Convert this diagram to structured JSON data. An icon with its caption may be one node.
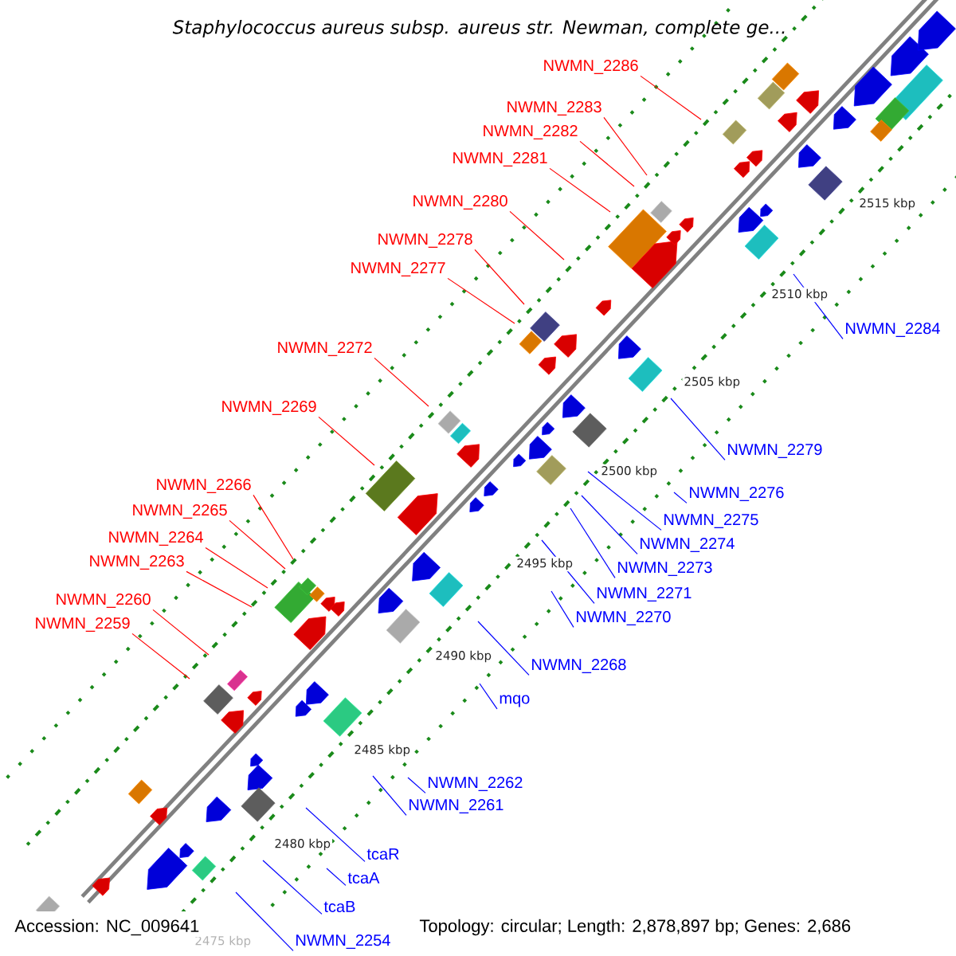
{
  "diagram": {
    "title": "Staphylococcus aureus subsp. aureus str. Newman, complete ge...",
    "nodes": [
      {
        "text": [
          "NWMN_2286"
        ]
      },
      {
        "text": [
          "NWMN_2283"
        ]
      },
      {
        "text": [
          "NWMN_2282"
        ]
      },
      {
        "text": [
          "NWMN_2281"
        ]
      },
      {
        "text": [
          "NWMN_2280"
        ]
      },
      {
        "text": [
          "NWMN_2278"
        ]
      },
      {
        "text": [
          "NWMN_2277"
        ]
      },
      {
        "text": [
          "NWMN_2272"
        ]
      },
      {
        "text": [
          "NWMN_2269"
        ]
      },
      {
        "text": [
          "NWMN_2266"
        ]
      },
      {
        "text": [
          "NWMN_2265"
        ]
      },
      {
        "text": [
          "NWMN_2264"
        ]
      },
      {
        "text": [
          "NWMN_2263"
        ]
      },
      {
        "text": [
          "NWMN_2260"
        ]
      },
      {
        "text": [
          "NWMN_2259"
        ]
      },
      {
        "text": [
          "NWMN_2284"
        ]
      },
      {
        "text": [
          "NWMN_2279"
        ]
      },
      {
        "text": [
          "NWMN_2276"
        ]
      },
      {
        "text": [
          "NWMN_2275"
        ]
      },
      {
        "text": [
          "NWMN_2274"
        ]
      },
      {
        "text": [
          "NWMN_2273"
        ]
      },
      {
        "text": [
          "NWMN_2271"
        ]
      },
      {
        "text": [
          "NWMN_2270"
        ]
      },
      {
        "text": [
          "NWMN_2268"
        ]
      },
      {
        "text": [
          "mqo"
        ]
      },
      {
        "text": [
          "NWMN_2262"
        ]
      },
      {
        "text": [
          "NWMN_2261"
        ]
      },
      {
        "text": [
          "tcaR"
        ]
      },
      {
        "text": [
          "tcaA"
        ]
      },
      {
        "text": [
          "tcaB"
        ]
      },
      {
        "text": [
          "NWMN_2254"
        ]
      }
    ],
    "edges": [
      {
        "from": 0,
        "to": null,
        "arrow": "none",
        "color": "#ff0000"
      },
      {
        "from": 1,
        "to": null,
        "arrow": "none",
        "color": "#ff0000"
      },
      {
        "from": 2,
        "to": null,
        "arrow": "none",
        "color": "#ff0000"
      },
      {
        "from": 3,
        "to": null,
        "arrow": "none",
        "color": "#ff0000"
      },
      {
        "from": 4,
        "to": null,
        "arrow": "none",
        "color": "#ff0000"
      },
      {
        "from": 5,
        "to": null,
        "arrow": "none",
        "color": "#ff0000"
      },
      {
        "from": 6,
        "to": null,
        "arrow": "none",
        "color": "#ff0000"
      },
      {
        "from": 7,
        "to": null,
        "arrow": "none",
        "color": "#ff0000"
      },
      {
        "from": 8,
        "to": null,
        "arrow": "none",
        "color": "#ff0000"
      },
      {
        "from": 9,
        "to": null,
        "arrow": "none",
        "color": "#ff0000"
      },
      {
        "from": 10,
        "to": null,
        "arrow": "none",
        "color": "#ff0000"
      },
      {
        "from": 11,
        "to": null,
        "arrow": "none",
        "color": "#ff0000"
      },
      {
        "from": 12,
        "to": null,
        "arrow": "none",
        "color": "#ff0000"
      },
      {
        "from": 13,
        "to": null,
        "arrow": "none",
        "color": "#ff0000"
      },
      {
        "from": 14,
        "to": null,
        "arrow": "none",
        "color": "#ff0000"
      },
      {
        "from": 15,
        "to": null,
        "arrow": "none"
      },
      {
        "from": 16,
        "to": null,
        "arrow": "none"
      },
      {
        "from": 17,
        "to": null,
        "arrow": "none"
      },
      {
        "from": 18,
        "to": null,
        "arrow": "none"
      },
      {
        "from": 19,
        "to": null,
        "arrow": "none"
      },
      {
        "from": 20,
        "to": null,
        "arrow": "none"
      },
      {
        "from": 21,
        "to": null,
        "arrow": "none"
      },
      {
        "from": 22,
        "to": null,
        "arrow": "none"
      },
      {
        "from": 23,
        "to": null,
        "arrow": "none"
      },
      {
        "from": 24,
        "to": null,
        "arrow": "none"
      },
      {
        "from": 25,
        "to": null,
        "arrow": "none"
      },
      {
        "from": 26,
        "to": null,
        "arrow": "none"
      },
      {
        "from": 27,
        "to": null,
        "arrow": "none"
      },
      {
        "from": 28,
        "to": null,
        "arrow": "none"
      },
      {
        "from": 29,
        "to": null,
        "arrow": "none"
      },
      {
        "from": 30,
        "to": null,
        "arrow": "none"
      }
    ],
    "labels": [
      "2515 kbp",
      "2510 kbp",
      "2505 kbp",
      "2500 kbp",
      "2495 kbp",
      "2490 kbp",
      "2485 kbp",
      "2480 kbp",
      "2475 kbp",
      "Accession: NC_009641",
      "Topology: circular; Length: 2,878,897 bp; Genes: 2,686"
    ]
  }
}
